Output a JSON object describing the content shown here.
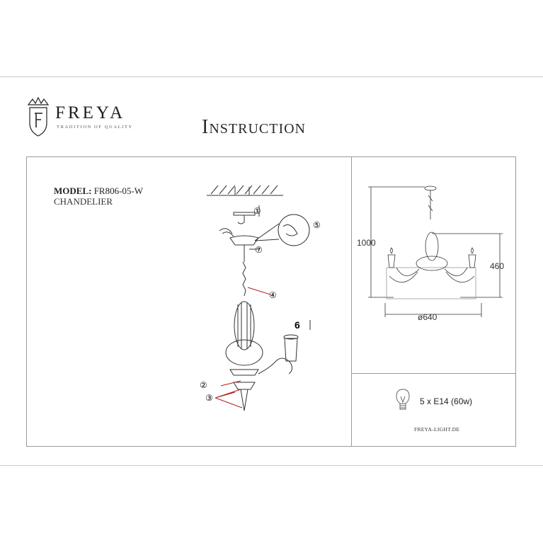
{
  "header": {
    "brand": "FREYA",
    "tagline": "TRADITION OF QUALITY",
    "title": "Instruction"
  },
  "product": {
    "model_label": "MODEL:",
    "model_number": "FR806-05-W",
    "type": "CHANDELIER"
  },
  "assembly_steps": [
    "①",
    "②",
    "③",
    "④",
    "⑤",
    "6",
    "⑦"
  ],
  "dimensions": {
    "height_total": "1000",
    "height_body": "460",
    "diameter": "ø640"
  },
  "lamp_spec": "5 x E14 (60w)",
  "website": "FREYA-LIGHT.DE"
}
